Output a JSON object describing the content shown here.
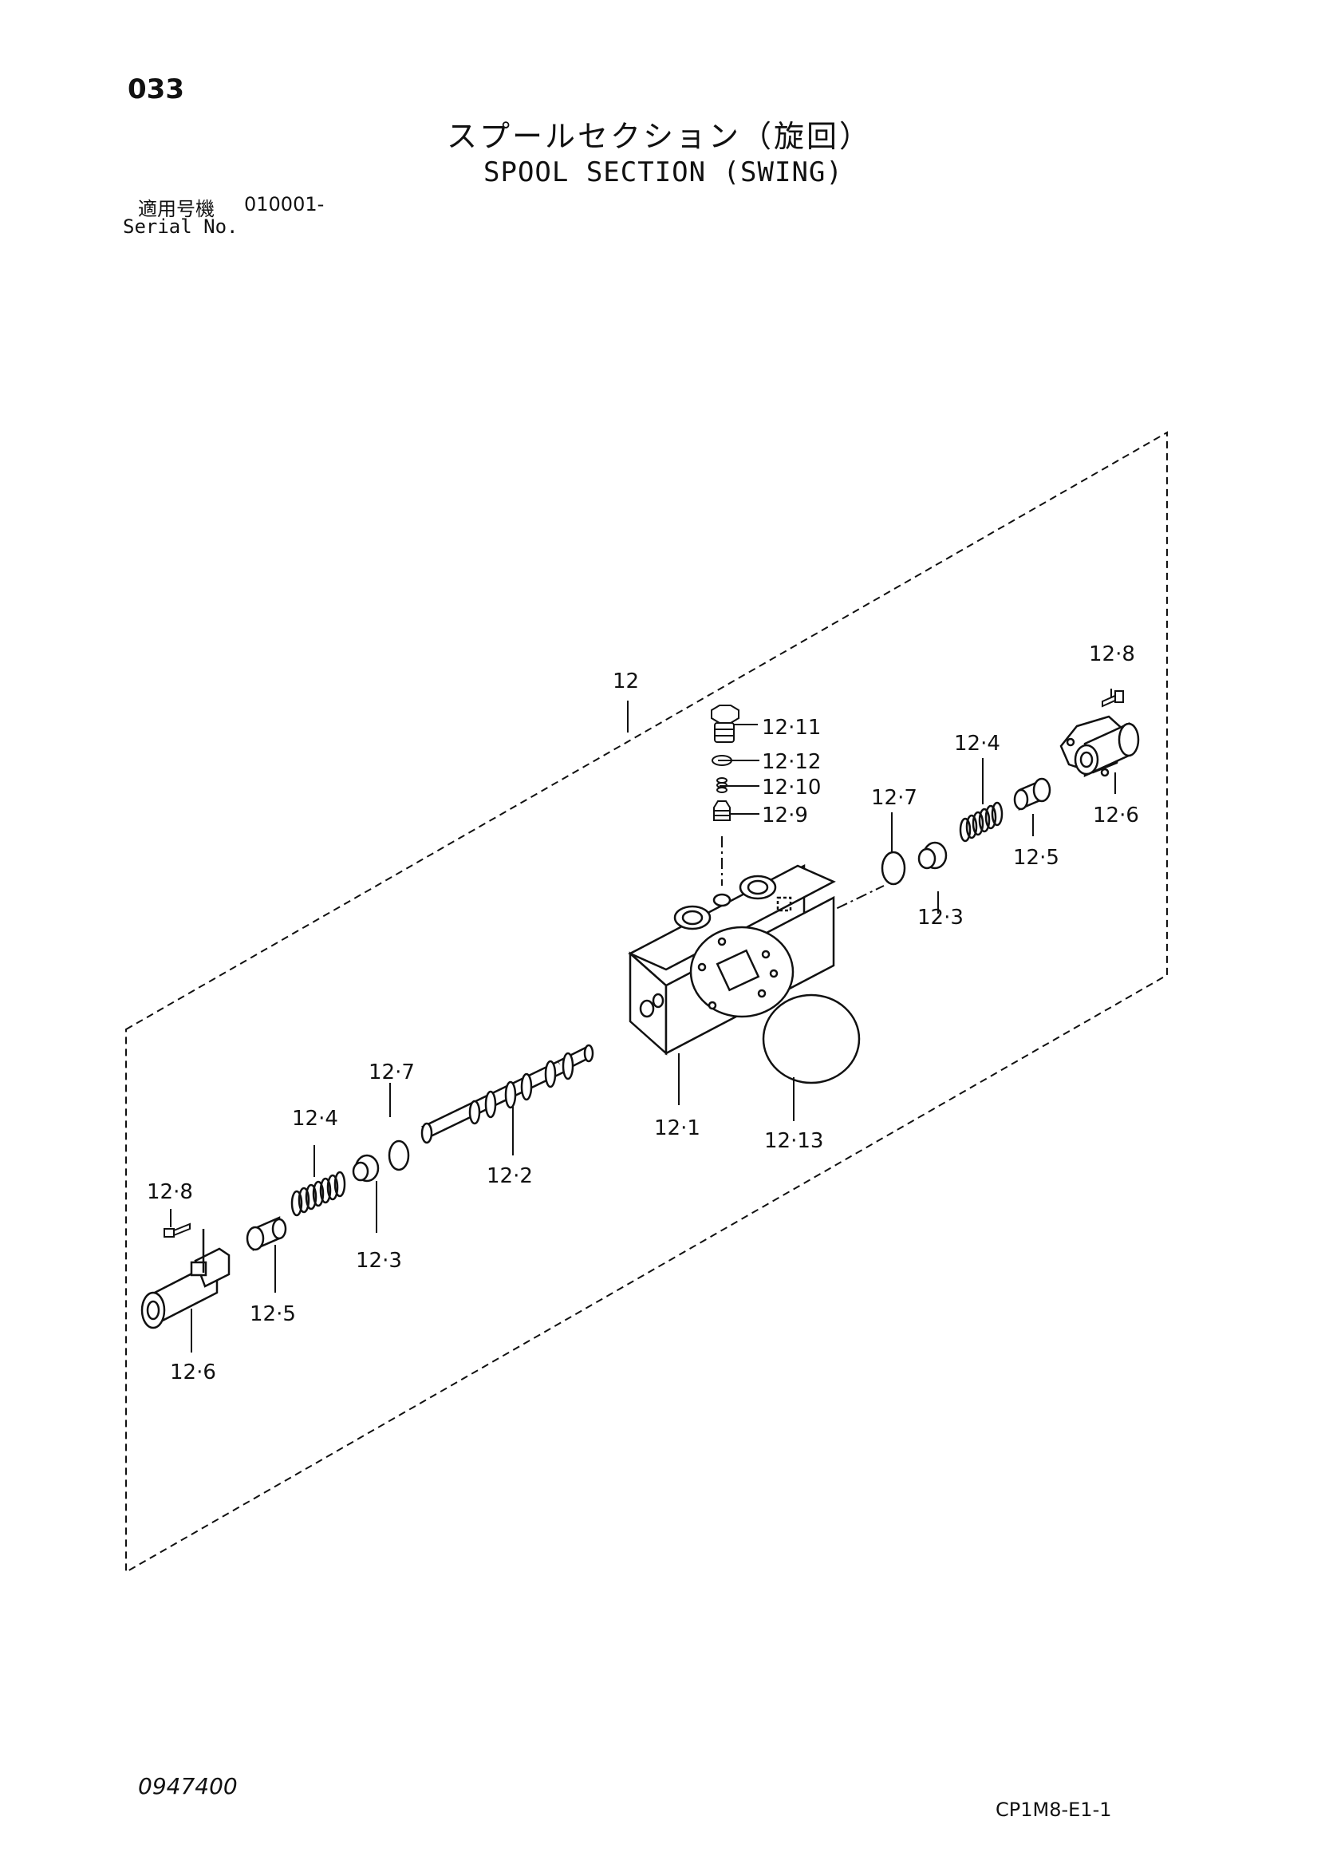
{
  "header": {
    "page_number": "033",
    "title_jp": "スプールセクション（旋回）",
    "title_en": "SPOOL SECTION (SWING)",
    "serial_label_jp": "適用号機",
    "serial_value": "010001-",
    "serial_label_en": "Serial No."
  },
  "footer": {
    "doc_number": "0947400",
    "page_code": "CP1M8-E1-1"
  },
  "labels": {
    "assembly": "12",
    "p12_1": "12·1",
    "p12_2": "12·2",
    "p12_3_left": "12·3",
    "p12_3_right": "12·3",
    "p12_4_left": "12·4",
    "p12_4_right": "12·4",
    "p12_5_left": "12·5",
    "p12_5_right": "12·5",
    "p12_6_left": "12·6",
    "p12_6_right": "12·6",
    "p12_7_left": "12·7",
    "p12_7_right": "12·7",
    "p12_8_left": "12·8",
    "p12_8_right": "12·8",
    "p12_9": "12·9",
    "p12_10": "12·10",
    "p12_11": "12·11",
    "p12_12": "12·12",
    "p12_13": "12·13"
  }
}
